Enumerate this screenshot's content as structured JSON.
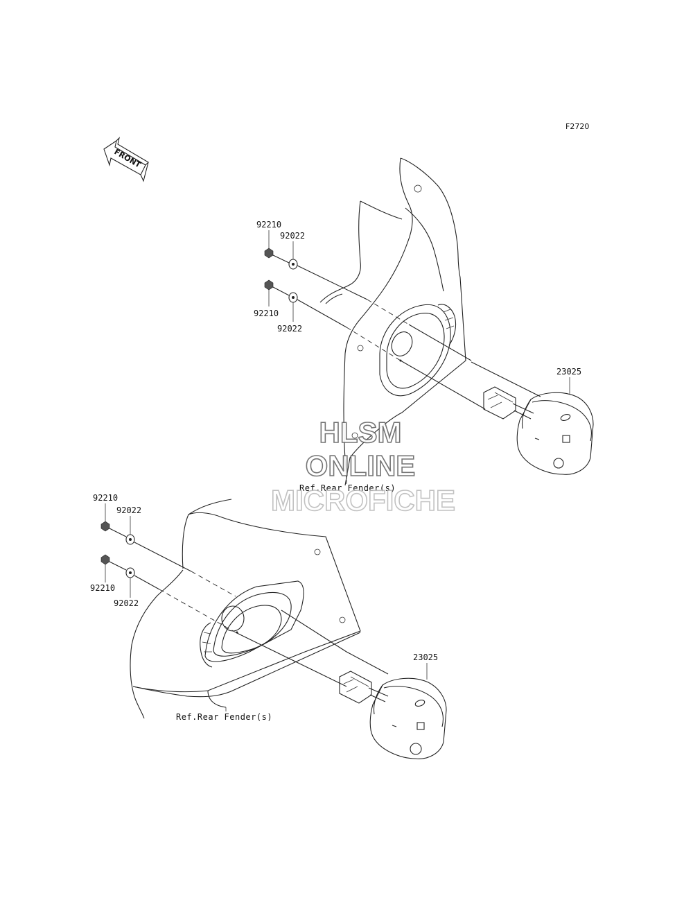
{
  "figure_id": "F2720",
  "front_indicator": "FRONT",
  "upper_assembly": {
    "nut_top": "92210",
    "washer_top": "92022",
    "nut_bottom": "92210",
    "washer_bottom": "92022",
    "turn_signal": "23025",
    "reference": "Ref.Rear Fender(s)"
  },
  "lower_assembly": {
    "nut_top": "92210",
    "washer_top": "92022",
    "nut_bottom": "92210",
    "washer_bottom": "92022",
    "turn_signal": "23025",
    "reference": "Ref.Rear Fender(s)"
  },
  "watermark": {
    "line1": "HLSM",
    "line2": "ONLINE",
    "line3": "MICROFICHE"
  }
}
